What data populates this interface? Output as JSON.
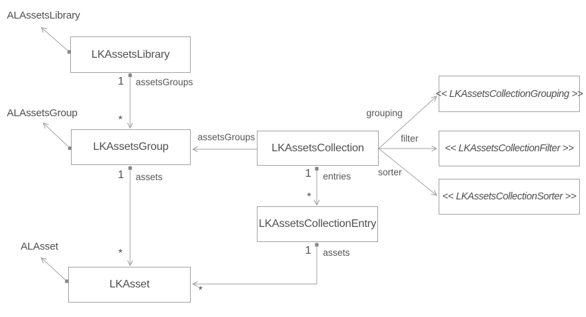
{
  "colors": {
    "line": "#a2a2a2",
    "text": "#4f4f4f",
    "background": "#ffffff"
  },
  "classes": {
    "lkAssetsLibrary": {
      "label": "LKAssetsLibrary"
    },
    "lkAssetsGroup": {
      "label": "LKAssetsGroup"
    },
    "lkAssetsCollection": {
      "label": "LKAssetsCollection"
    },
    "lkAssetsCollectionEntry": {
      "label": "LKAssetsCollectionEntry"
    },
    "lkAsset": {
      "label": "LKAsset"
    },
    "lkAssetsCollectionGrouping": {
      "label": "<< LKAssetsCollectionGrouping >>"
    },
    "lkAssetsCollectionFilter": {
      "label": "<< LKAssetsCollectionFilter >>"
    },
    "lkAssetsCollectionSorter": {
      "label": "<< LKAssetsCollectionSorter >>"
    }
  },
  "externals": {
    "alAssetsLibrary": {
      "label": "ALAssetsLibrary"
    },
    "alAssetsGroup": {
      "label": "ALAssetsGroup"
    },
    "alAsset": {
      "label": "ALAsset"
    }
  },
  "edges": {
    "libraryAssetsGroups": {
      "one": "1",
      "name": "assetsGroups",
      "many": "*"
    },
    "groupAssets": {
      "one": "1",
      "name": "assets",
      "many": "*"
    },
    "collectionAssetsGroups": {
      "name": "assetsGroups"
    },
    "collectionEntries": {
      "one": "1",
      "name": "entries",
      "many": "*"
    },
    "entryAssets": {
      "one": "1",
      "name": "assets",
      "many": "*"
    },
    "collectionGrouping": {
      "name": "grouping"
    },
    "collectionFilter": {
      "name": "filter"
    },
    "collectionSorter": {
      "name": "sorter"
    }
  }
}
